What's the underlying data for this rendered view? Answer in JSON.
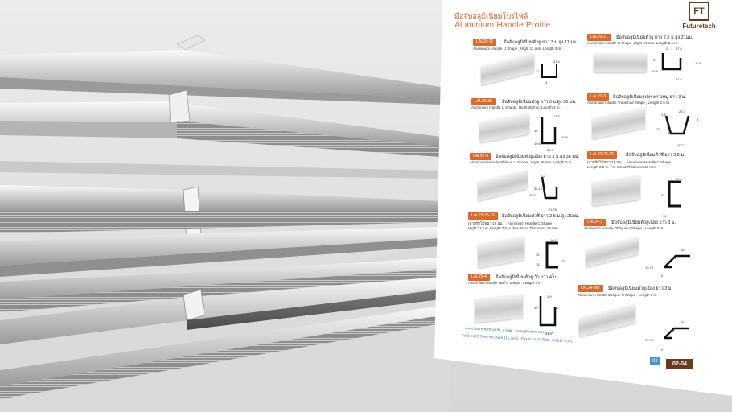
{
  "sheet": {
    "title_th": "มือจับอลูมิเนียมโปรไฟล์",
    "title_en": "Aluminium  Handle Profile",
    "brand_mark": "FT",
    "brand_name": "Futuretech",
    "items": [
      {
        "code": "LAL20-11",
        "desc_th": "มือจับอลูมิเนียมตัวยู ยาว 3 ม.สูง 11 มม.",
        "desc_en": "Aluminium Handle U Shape , Hight 11 mm. Length 3 m.",
        "dims": [
          "21.4",
          "11",
          "3"
        ]
      },
      {
        "code": "LAL20-21",
        "desc_th": "มือจับอลูมิเนียมตัวยู ยาว 2.5 ม.สูง 21มม.",
        "desc_en": "Aluminium Handle U Shape ,Hight 21 mm. Length 2.5 m.",
        "dims": [
          "17.8",
          "21",
          "11.6",
          "10.6",
          "21.5",
          "2"
        ]
      },
      {
        "code": "LAL20-30",
        "desc_th": "มือจับอลูมิเนียมตัวยู ยาว 3 ม.สูง 30 มม.",
        "desc_en": "Aluminium Handle U Shape , Hight 30 mm. Length 3 m.",
        "dims": [
          "17.5",
          "30",
          "11.8",
          "10.6",
          "21.5"
        ]
      },
      {
        "code": "LAL21-3",
        "desc_th": "มือจับอลูมิเนียมรูปทรงคางหมู ยาว 3 ม.",
        "desc_en": "Aluminium Handle  Trapezoid Shape , Length 2.5 m.",
        "dims": [
          "23.3",
          "1.8",
          "27",
          "45",
          "8",
          "20.2"
        ]
      },
      {
        "code": "LAL22-3",
        "desc_th": "มือจับอลูมิเนียมตัวยูเฉียง ยาว 3 ม.สูง 38 มม.",
        "desc_en": "Aluminium Handle Oblique U Shape , Hight 36 mm. Length 3 m.",
        "dims": [
          "2.2",
          "38.16",
          "40.6",
          "21.75"
        ]
      },
      {
        "code": "LAL23-25-16",
        "desc_th": "มือจับอลูมิเนียมตัวซี ยาว 2.5 ม.",
        "desc_en": "(สำหรับไม้หนา 16 มม.) , Aluminium Handle C  Shape",
        "desc_en2": "Length 2.5 m. For Wood Thickness 16 mm.",
        "dims": [
          "17.6",
          "32",
          "18"
        ]
      },
      {
        "code": "LAL23-25-19",
        "desc_th": "มือจับอลูมิเนียมตัวซี ยาว 2.5 ม.สูง 21มม.",
        "desc_en": "(สำหรับไม้หนา 19 มม.) , Aluminium Handle C Shape",
        "desc_en2": "Hight 21 mm.Length 2.5 m. For Wood Thickness 19 mm.",
        "dims": [
          "10.5",
          "35",
          "15",
          "22",
          "2"
        ]
      },
      {
        "code": "LAL24-3",
        "desc_th": "มือจับอลูมิเนียมตัวยูเฉียง ยาว 3 ม.",
        "desc_en": "Aluminium Handle Oblique U Shape , Length 3 m.",
        "dims": [
          "45",
          "29",
          "19.75",
          "2"
        ]
      },
      {
        "code": "LAL25-4",
        "desc_th": "มือจับอลูมิเนียมตัวยูเว้า ยาว 4 ม.",
        "desc_en": "Aluminium Handle  Half  U Shape , Length 4 m.",
        "dims": [
          "49",
          "1.9",
          "30",
          "31.4"
        ]
      },
      {
        "code": "LAL24-3W",
        "desc_th": "มือจับอลูมิเนียมตัวยูเฉียง ยาว 3 ม.",
        "desc_en": "Aluminium Handle Oblique U Shape , Length 3 m.",
        "dims": [
          "45",
          "26",
          "19.75",
          "2"
        ]
      }
    ],
    "footer": {
      "line1": "www.future-tech.co.th , e-mail : sales@future-tech.co.th",
      "line2": "Tel.0-2417-7046-56 (Auto 11 Lines) , Fax.0-2417-7040 , 0-2417-7041",
      "badge": "02",
      "page": "02-04"
    }
  }
}
